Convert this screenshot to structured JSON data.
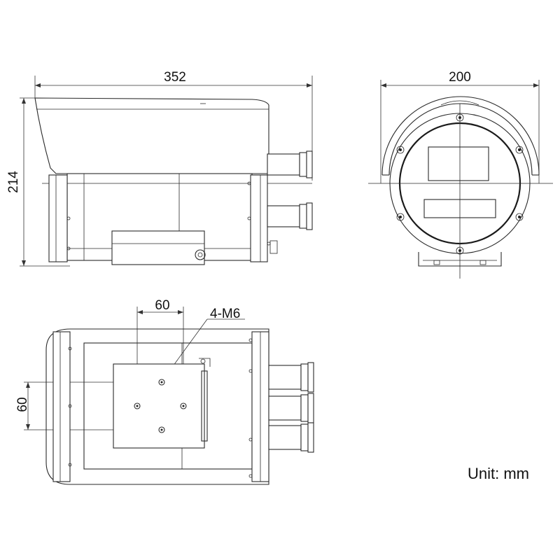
{
  "dimensions": {
    "side_length": "352",
    "side_height": "214",
    "front_width": "200",
    "bottom_spacing_x": "60",
    "bottom_spacing_y": "60",
    "bolt_spec": "4-M6"
  },
  "unit_label": "Unit: mm"
}
